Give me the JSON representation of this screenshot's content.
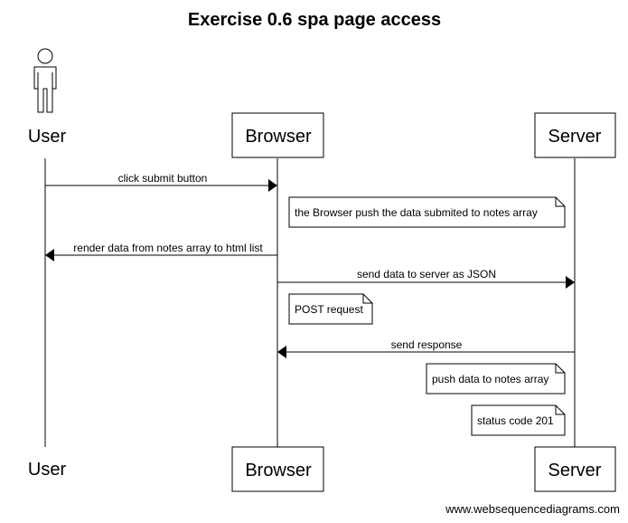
{
  "title": "Exercise 0.6 spa page access",
  "participants": {
    "user": "User",
    "browser": "Browser",
    "server": "Server"
  },
  "messages": [
    "click submit button",
    "render data from notes array to html list",
    "send data to server as JSON",
    "send response"
  ],
  "notes": [
    "the Browser push the data submited to notes array",
    "POST request",
    "push data to notes array",
    "status code 201"
  ],
  "footer": "www.websequencediagrams.com",
  "icons": {
    "user": "person-icon"
  }
}
